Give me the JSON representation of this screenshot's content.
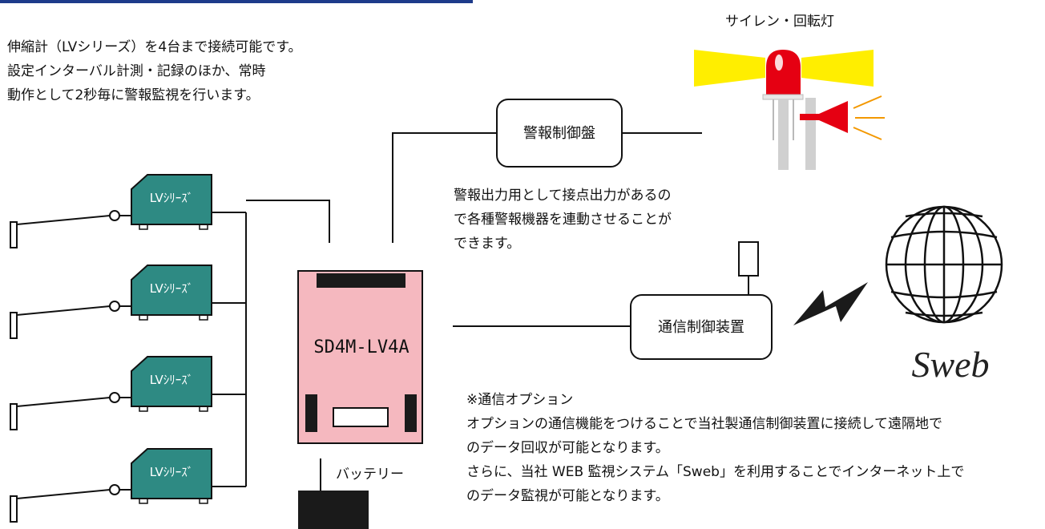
{
  "intro": [
    "伸縮計（LVシリーズ）を4台まで接続可能です。",
    "設定インターバル計測・記録のほか、常時",
    "動作として2秒毎に警報監視を行います。"
  ],
  "sensors": {
    "label": "LVｼﾘｰｽﾞ",
    "count": 4
  },
  "logger": {
    "label": "SD4M-LV4A"
  },
  "battery": {
    "label": "バッテリー"
  },
  "alarm": {
    "panel_label": "警報制御盤",
    "device_label": "サイレン・回転灯",
    "description": [
      "警報出力用として接点出力があるの",
      "で各種警報機器を連動させることが",
      "できます。"
    ]
  },
  "comm": {
    "device_label": "通信制御装置"
  },
  "sweb": {
    "label": "Sweb"
  },
  "option": {
    "heading": "※通信オプション",
    "lines": [
      "オプションの通信機能をつけることで当社製通信制御装置に接続して遠隔地で",
      "のデータ回収が可能となります。",
      "さらに、当社 WEB 監視システム「Sweb」を利用することでインターネット上で",
      "のデータ監視が可能となります。"
    ]
  },
  "colors": {
    "teal": "#2e8a83",
    "logger_pink": "#f5b8bf",
    "warning_yellow": "#ffee00",
    "lamp_red": "#e50012",
    "siren_orange": "#f39800",
    "header_blue": "#1d3b8a"
  }
}
